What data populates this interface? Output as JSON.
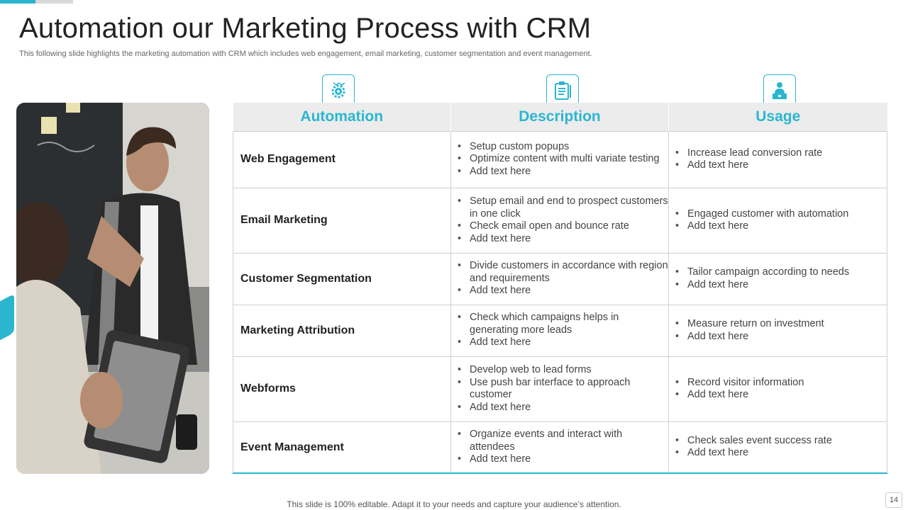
{
  "slide": {
    "title": "Automation our Marketing Process with CRM",
    "subtitle": "This following slide highlights the marketing automation with CRM which includes web engagement, email marketing, customer segmentation and event management.",
    "footer": "This slide is 100% editable. Adapt it to your needs and capture your audience’s attention.",
    "page_number": "14"
  },
  "colors": {
    "accent": "#2bb6cf",
    "header_bg": "#ececec"
  },
  "icons": {
    "automation": "gear-icon",
    "description": "clipboard-icon",
    "usage": "person-desk-icon"
  },
  "table": {
    "headers": [
      "Automation",
      "Description",
      "Usage"
    ],
    "rows": [
      {
        "automation": "Web Engagement",
        "description": [
          "Setup custom popups",
          "Optimize content with multi variate testing",
          "Add text here"
        ],
        "usage": [
          "Increase lead conversion rate",
          "Add text here"
        ]
      },
      {
        "automation": "Email Marketing",
        "description": [
          "Setup email and end to prospect customers in one click",
          "Check email open and bounce rate",
          "Add text here"
        ],
        "usage": [
          "Engaged customer with automation",
          "Add text here"
        ]
      },
      {
        "automation": "Customer Segmentation",
        "description": [
          "Divide customers in accordance with region and requirements",
          "Add text here"
        ],
        "usage": [
          "Tailor campaign according to needs",
          "Add text here"
        ]
      },
      {
        "automation": "Marketing Attribution",
        "description": [
          "Check which campaigns helps in generating more leads",
          "Add text here"
        ],
        "usage": [
          "Measure return on investment",
          "Add text here"
        ]
      },
      {
        "automation": "Webforms",
        "description": [
          "Develop web to lead forms",
          "Use push bar interface to approach customer",
          "Add text here"
        ],
        "usage": [
          "Record visitor information",
          "Add text here"
        ]
      },
      {
        "automation": "Event Management",
        "description": [
          "Organize events and interact with attendees",
          "Add text here"
        ],
        "usage": [
          "Check sales event success rate",
          "Add text here"
        ]
      }
    ]
  }
}
